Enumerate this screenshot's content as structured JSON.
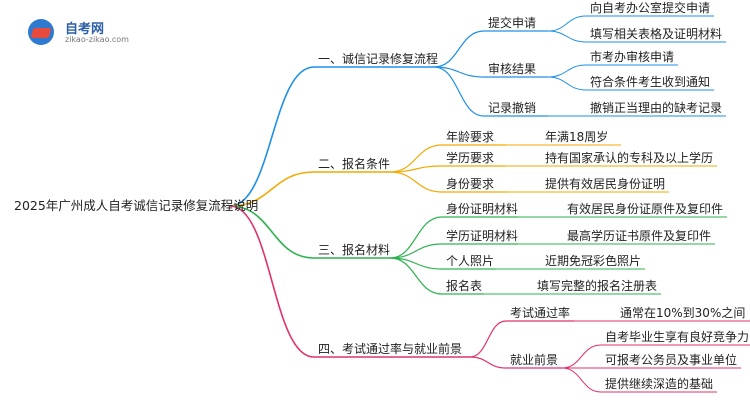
{
  "logo": {
    "title": "自考网",
    "url": "zikao-zikao.com"
  },
  "root": {
    "label": "2025年广州成人自考诚信记录修复流程说明"
  },
  "branches": [
    {
      "label": "一、诚信记录修复流程",
      "color": "#1e90e6",
      "children": [
        {
          "label": "提交申请",
          "leaves": [
            "向自考办公室提交申请",
            "填写相关表格及证明材料"
          ]
        },
        {
          "label": "审核结果",
          "leaves": [
            "市考办审核申请",
            "符合条件考生收到通知"
          ]
        },
        {
          "label": "记录撤销",
          "leaves": [
            "撤销正当理由的缺考记录"
          ]
        }
      ]
    },
    {
      "label": "二、报名条件",
      "color": "#f2a900",
      "children": [
        {
          "label": "年龄要求",
          "leaves": [
            "年满18周岁"
          ]
        },
        {
          "label": "学历要求",
          "leaves": [
            "持有国家承认的专科及以上学历"
          ]
        },
        {
          "label": "身份要求",
          "leaves": [
            "提供有效居民身份证明"
          ]
        }
      ]
    },
    {
      "label": "三、报名材料",
      "color": "#2eb34f",
      "children": [
        {
          "label": "身份证明材料",
          "leaves": [
            "有效居民身份证原件及复印件"
          ]
        },
        {
          "label": "学历证明材料",
          "leaves": [
            "最高学历证书原件及复印件"
          ]
        },
        {
          "label": "个人照片",
          "leaves": [
            "近期免冠彩色照片"
          ]
        },
        {
          "label": "报名表",
          "leaves": [
            "填写完整的报名注册表"
          ]
        }
      ]
    },
    {
      "label": "四、考试通过率与就业前景",
      "color": "#e0316e",
      "children": [
        {
          "label": "考试通过率",
          "leaves": [
            "通常在10%到30%之间"
          ]
        },
        {
          "label": "就业前景",
          "leaves": [
            "自考毕业生享有良好竞争力",
            "可报考公务员及事业单位",
            "提供继续深造的基础"
          ]
        }
      ]
    }
  ]
}
